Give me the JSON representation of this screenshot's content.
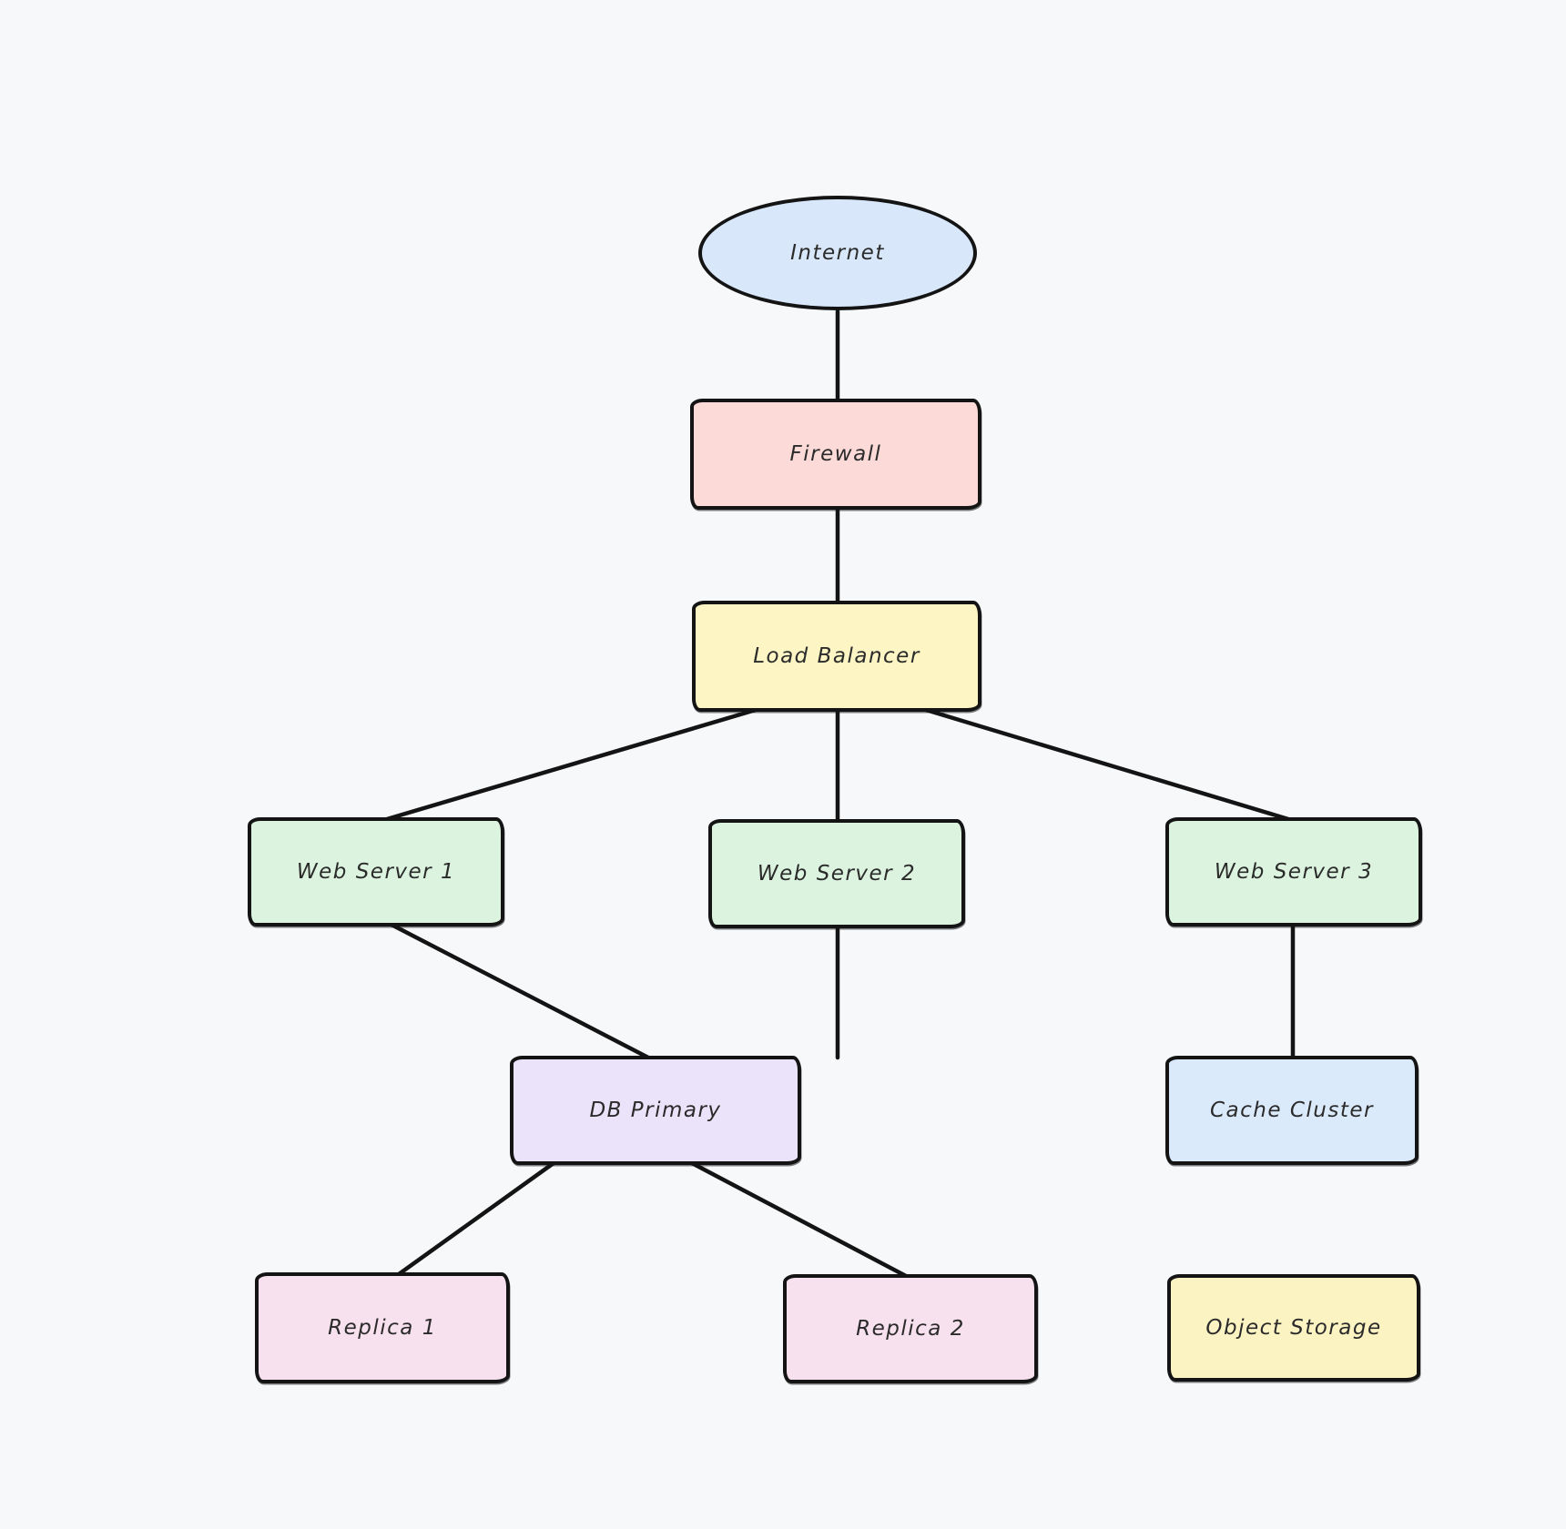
{
  "diagram": {
    "background_color": "#f7f8fa",
    "stroke_color": "#141414",
    "text_color": "#2b2b2b",
    "nodes": {
      "internet": {
        "label": "Internet",
        "shape": "ellipse",
        "fill": "#d8e8fa"
      },
      "firewall": {
        "label": "Firewall",
        "shape": "rect",
        "fill": "#fbdad8"
      },
      "load_balancer": {
        "label": "Load Balancer",
        "shape": "rect",
        "fill": "#fdf5c4"
      },
      "web_server_1": {
        "label": "Web Server 1",
        "shape": "rect",
        "fill": "#dcf4df"
      },
      "web_server_2": {
        "label": "Web Server 2",
        "shape": "rect",
        "fill": "#dcf4df"
      },
      "web_server_3": {
        "label": "Web Server 3",
        "shape": "rect",
        "fill": "#dcf4df"
      },
      "db_primary": {
        "label": "DB Primary",
        "shape": "rect",
        "fill": "#ebe3f9"
      },
      "cache_cluster": {
        "label": "Cache Cluster",
        "shape": "rect",
        "fill": "#dbeafb"
      },
      "replica_1": {
        "label": "Replica 1",
        "shape": "rect",
        "fill": "#f8e1ee"
      },
      "replica_2": {
        "label": "Replica 2",
        "shape": "rect",
        "fill": "#f8e1ee"
      },
      "object_storage": {
        "label": "Object Storage",
        "shape": "rect",
        "fill": "#fcf3c3"
      }
    },
    "edges": [
      {
        "from": "internet",
        "to": "firewall"
      },
      {
        "from": "firewall",
        "to": "load_balancer"
      },
      {
        "from": "load_balancer",
        "to": "web_server_1"
      },
      {
        "from": "load_balancer",
        "to": "web_server_2"
      },
      {
        "from": "load_balancer",
        "to": "web_server_3"
      },
      {
        "from": "web_server_1",
        "to": "db_primary"
      },
      {
        "from": "web_server_2",
        "to": "db_primary"
      },
      {
        "from": "web_server_3",
        "to": "cache_cluster"
      },
      {
        "from": "db_primary",
        "to": "replica_1"
      },
      {
        "from": "db_primary",
        "to": "replica_2"
      }
    ]
  }
}
